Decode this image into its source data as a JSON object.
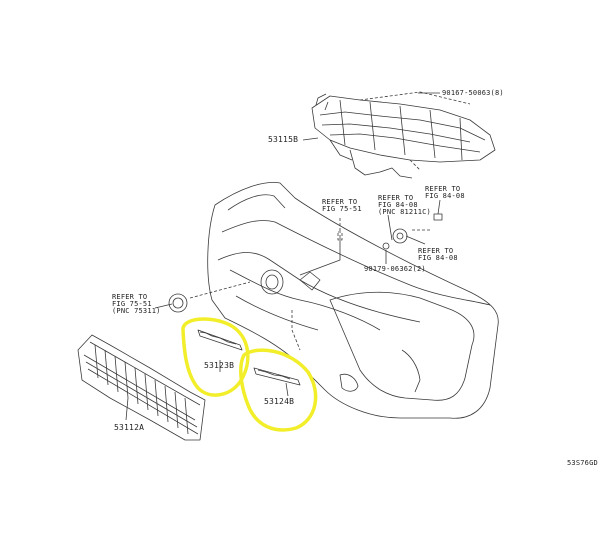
{
  "labels": {
    "bolt_90167": "90167-50063(8)",
    "part_53115B": "53115B",
    "refer_fig_75_51": "REFER TO\nFIG 75-51",
    "refer_fig_84_08_pnc": "REFER TO\nFIG 84-08\n(PNC 81211C)",
    "refer_fig_84_08_top": "REFER TO\nFIG 84-08",
    "refer_fig_84_08_lower": "REFER TO\nFIG 84-08",
    "bolt_90179": "90179-06362(2)",
    "refer_fig_75_51_pnc": "REFER TO\nFIG 75-51\n(PNC 75311)",
    "part_53123B": "53123B",
    "part_53124B": "53124B",
    "part_53112A": "53112A",
    "figure_code": "53S76GD"
  },
  "colors": {
    "line": "#3a3a3a",
    "highlight": "#f2ee2a",
    "background": "#ffffff"
  }
}
